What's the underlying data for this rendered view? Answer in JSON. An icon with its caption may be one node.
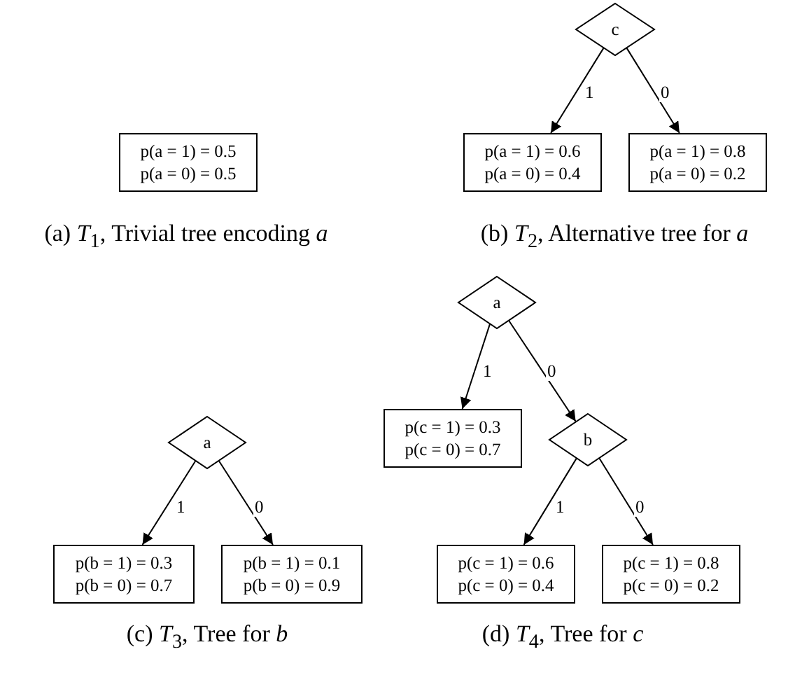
{
  "diagram": {
    "nodes": [
      {
        "text": [
          "p(a = 1) = 0.5",
          "p(a = 0) = 0.5"
        ]
      },
      {
        "text": [
          "c"
        ]
      },
      {
        "text": [
          "p(a = 1) = 0.6",
          "p(a = 0) = 0.4"
        ]
      },
      {
        "text": [
          "p(a = 1) = 0.8",
          "p(a = 0) = 0.2"
        ]
      },
      {
        "text": [
          "a"
        ]
      },
      {
        "text": [
          "p(b = 1) = 0.3",
          "p(b = 0) = 0.7"
        ]
      },
      {
        "text": [
          "p(b = 1) = 0.1",
          "p(b = 0) = 0.9"
        ]
      },
      {
        "text": [
          "a"
        ]
      },
      {
        "text": [
          "p(c = 1) = 0.3",
          "p(c = 0) = 0.7"
        ]
      },
      {
        "text": [
          "b"
        ]
      },
      {
        "text": [
          "p(c = 1) = 0.6",
          "p(c = 0) = 0.4"
        ]
      },
      {
        "text": [
          "p(c = 1) = 0.8",
          "p(c = 0) = 0.2"
        ]
      }
    ],
    "edges": [
      {
        "from": 1,
        "to": 2,
        "arrow": "to",
        "label": "1"
      },
      {
        "from": 1,
        "to": 3,
        "arrow": "to",
        "label": "0"
      },
      {
        "from": 4,
        "to": 5,
        "arrow": "to",
        "label": "1"
      },
      {
        "from": 4,
        "to": 6,
        "arrow": "to",
        "label": "0"
      },
      {
        "from": 7,
        "to": 8,
        "arrow": "to",
        "label": "1"
      },
      {
        "from": 7,
        "to": 9,
        "arrow": "to",
        "label": "0"
      },
      {
        "from": 9,
        "to": 10,
        "arrow": "to",
        "label": "1"
      },
      {
        "from": 9,
        "to": 11,
        "arrow": "to",
        "label": "0"
      }
    ],
    "labels": [
      "(a) *T*$_{1}$, Trivial tree encoding *a*",
      "(b) *T*$_{2}$, Alternative tree for *a*",
      "(c) *T*$_{3}$, Tree for *b*",
      "(d) *T*$_{4}$, Tree for *c*"
    ]
  }
}
